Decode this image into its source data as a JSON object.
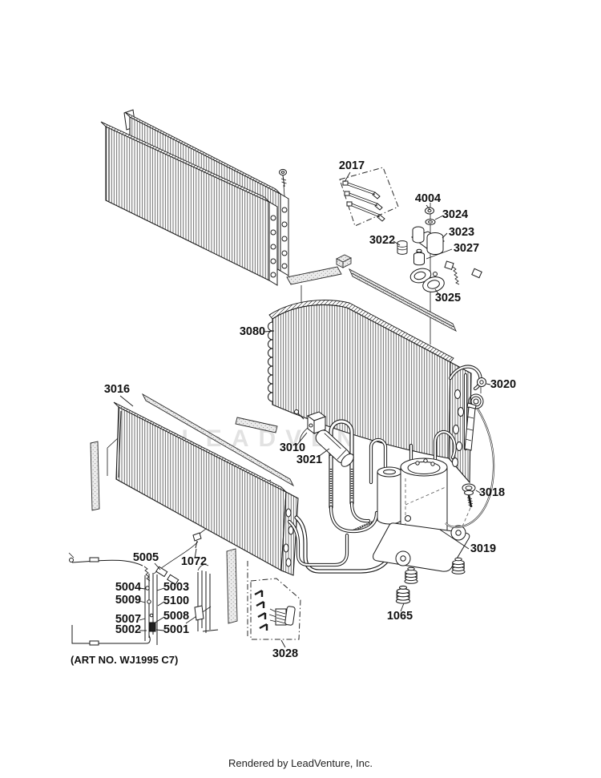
{
  "page": {
    "watermark": "LEADVENTURE",
    "art_number": "(ART NO. WJ1995 C7)",
    "footer": "Rendered by LeadVenture, Inc.",
    "ink_color": "#1a1a1a",
    "watermark_color": "#e3e3e3",
    "background_color": "#ffffff"
  },
  "callouts": [
    {
      "part": "2017"
    },
    {
      "part": "4004"
    },
    {
      "part": "3024"
    },
    {
      "part": "3023"
    },
    {
      "part": "3022"
    },
    {
      "part": "3027"
    },
    {
      "part": "3025"
    },
    {
      "part": "3080"
    },
    {
      "part": "3016"
    },
    {
      "part": "3020"
    },
    {
      "part": "3010"
    },
    {
      "part": "3021"
    },
    {
      "part": "3018"
    },
    {
      "part": "3019"
    },
    {
      "part": "1065"
    },
    {
      "part": "5005"
    },
    {
      "part": "1072"
    },
    {
      "part": "5004"
    },
    {
      "part": "5003"
    },
    {
      "part": "5009"
    },
    {
      "part": "5100"
    },
    {
      "part": "5007"
    },
    {
      "part": "5008"
    },
    {
      "part": "5002"
    },
    {
      "part": "5001"
    },
    {
      "part": "3028"
    }
  ]
}
